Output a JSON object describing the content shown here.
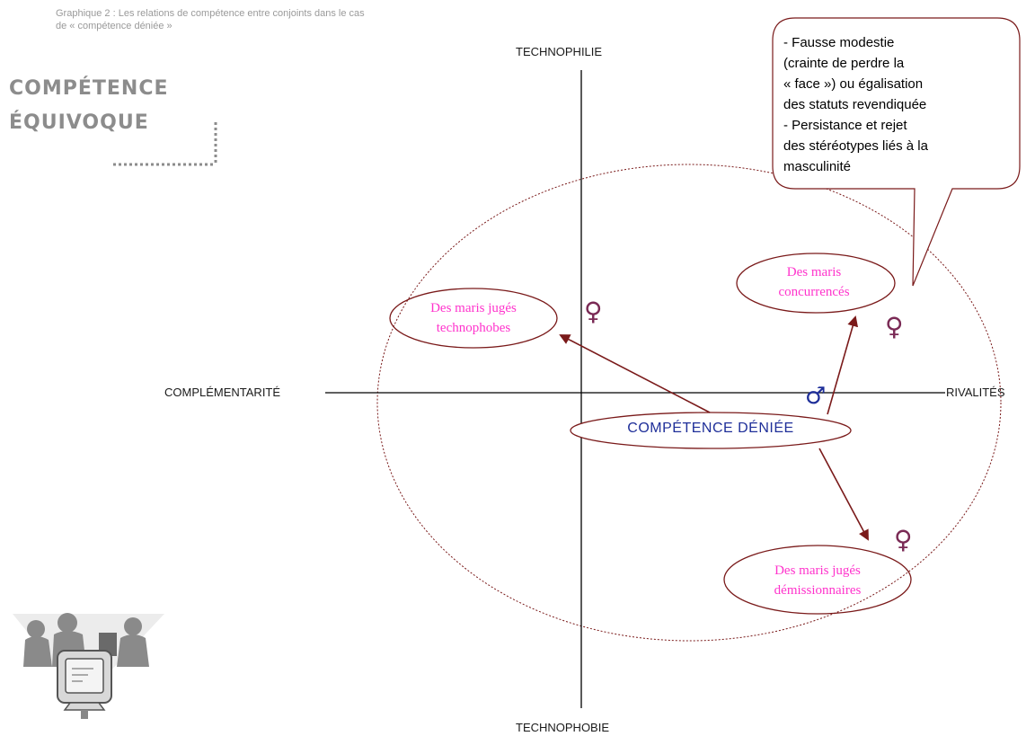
{
  "caption": {
    "line1": "Graphique 2 : Les relations de compétence entre conjoints dans le cas",
    "line2": "de « compétence déniée »"
  },
  "brand": {
    "line1": "COMPÉTENCE",
    "line2": "ÉQUIVOQUE"
  },
  "axes": {
    "top": "TECHNOPHILIE",
    "bottom": "TECHNOPHOBIE",
    "left": "COMPLÉMENTARITÉ",
    "right": "RIVALITÉS"
  },
  "callout": {
    "lines": [
      "- Fausse modestie",
      "(crainte de perdre la",
      "« face »)  ou égalisation",
      "des statuts revendiquée",
      "- Persistance et rejet",
      "des stéréotypes liés à la",
      "masculinité"
    ]
  },
  "nodes": {
    "center": "COMPÉTENCE DÉNIÉE",
    "technophobes": {
      "line1": "Des maris jugés",
      "line2": "technophobes"
    },
    "concurrences": {
      "line1": "Des maris",
      "line2": "concurrencés"
    },
    "demissionnaires": {
      "line1": "Des maris jugés",
      "line2": "démissionnaires"
    }
  },
  "symbols": {
    "female": "♀",
    "male": "♂"
  },
  "colors": {
    "axis": "#000000",
    "ellipse": "#7a1a1a",
    "arrow": "#7a1a1a",
    "node_text": "#ff33cc",
    "center_text": "#1f2f99",
    "symbol": "#7a2a55",
    "male_symbol": "#1f2f99",
    "brand": "#8c8c8c",
    "caption": "#9a9a9a"
  }
}
